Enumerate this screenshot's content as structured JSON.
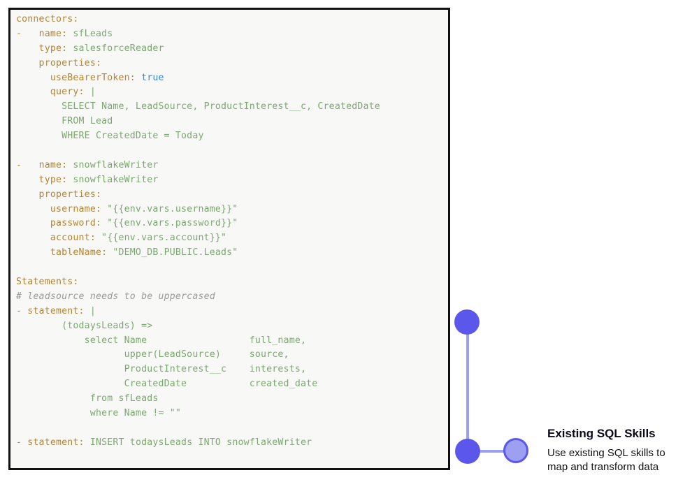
{
  "code": {
    "lines": [
      [
        {
          "t": "connectors:",
          "c": "k"
        }
      ],
      [
        {
          "t": "-   ",
          "c": "k"
        },
        {
          "t": "name:",
          "c": "k"
        },
        {
          "t": " sfLeads",
          "c": "s"
        }
      ],
      [
        {
          "t": "    type:",
          "c": "k"
        },
        {
          "t": " salesforceReader",
          "c": "s"
        }
      ],
      [
        {
          "t": "    properties:",
          "c": "k"
        }
      ],
      [
        {
          "t": "      useBearerToken:",
          "c": "k"
        },
        {
          "t": " true",
          "c": "b"
        }
      ],
      [
        {
          "t": "      query:",
          "c": "k"
        },
        {
          "t": " |",
          "c": "p"
        }
      ],
      [
        {
          "t": "        SELECT Name, LeadSource, ProductInterest__c, CreatedDate",
          "c": "s"
        }
      ],
      [
        {
          "t": "        FROM Lead",
          "c": "s"
        }
      ],
      [
        {
          "t": "        WHERE CreatedDate = Today",
          "c": "s"
        }
      ],
      [
        {
          "t": "",
          "c": "s"
        }
      ],
      [
        {
          "t": "-   ",
          "c": "k"
        },
        {
          "t": "name:",
          "c": "k"
        },
        {
          "t": " snowflakeWriter",
          "c": "s"
        }
      ],
      [
        {
          "t": "    type:",
          "c": "k"
        },
        {
          "t": " snowflakeWriter",
          "c": "s"
        }
      ],
      [
        {
          "t": "    properties:",
          "c": "k"
        }
      ],
      [
        {
          "t": "      username:",
          "c": "k"
        },
        {
          "t": " \"{{env.vars.username}}\"",
          "c": "s"
        }
      ],
      [
        {
          "t": "      password:",
          "c": "k"
        },
        {
          "t": " \"{{env.vars.password}}\"",
          "c": "s"
        }
      ],
      [
        {
          "t": "      account:",
          "c": "k"
        },
        {
          "t": " \"{{env.vars.account}}\"",
          "c": "s"
        }
      ],
      [
        {
          "t": "      tableName:",
          "c": "k"
        },
        {
          "t": " \"DEMO_DB.PUBLIC.Leads\"",
          "c": "s"
        }
      ],
      [
        {
          "t": "",
          "c": "s"
        }
      ],
      [
        {
          "t": "Statements:",
          "c": "k"
        }
      ],
      [
        {
          "t": "# leadsource needs to be uppercased",
          "c": "c"
        }
      ],
      [
        {
          "t": "- statement:",
          "c": "k"
        },
        {
          "t": " |",
          "c": "p"
        }
      ],
      [
        {
          "t": "        (todaysLeads) =>",
          "c": "s"
        }
      ],
      [
        {
          "t": "            select Name                  full_name,",
          "c": "s"
        }
      ],
      [
        {
          "t": "                   upper(LeadSource)     source,",
          "c": "s"
        }
      ],
      [
        {
          "t": "                   ProductInterest__c    interests,",
          "c": "s"
        }
      ],
      [
        {
          "t": "                   CreatedDate           created_date",
          "c": "s"
        }
      ],
      [
        {
          "t": "             from sfLeads",
          "c": "s"
        }
      ],
      [
        {
          "t": "             where Name != \"\"",
          "c": "s"
        }
      ],
      [
        {
          "t": "",
          "c": "s"
        }
      ],
      [
        {
          "t": "- statement:",
          "c": "k"
        },
        {
          "t": " INSERT todaysLeads INTO snowflakeWriter",
          "c": "s"
        }
      ]
    ]
  },
  "callout": {
    "title": "Existing SQL Skills",
    "body": "Use existing SQL skills to map and transform data"
  },
  "colors": {
    "key": "#b58333",
    "string": "#7aa86e",
    "boolean": "#3b86c8",
    "comment": "#9a9a9a",
    "accent": "#5b57ea",
    "accent_light": "#9ea0ef"
  },
  "icons": [
    "timeline-dot",
    "timeline-dot",
    "timeline-end-dot"
  ]
}
